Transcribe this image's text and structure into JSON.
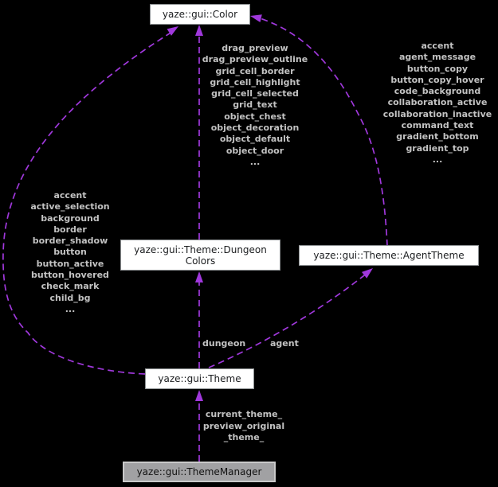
{
  "diagram_type": "collaboration-graph",
  "colors": {
    "background": "#000000",
    "edge": "#A038DC",
    "edge_label_text": "#C2C2C2",
    "node_fill": "#FFFFFF",
    "node_border": "#8D9193",
    "node_text": "#1B1D1F",
    "current_node_fill": "#A1A1A3",
    "current_node_border": "#C9C9C9"
  },
  "nodes": {
    "color": {
      "label": "yaze::gui::Color"
    },
    "dungeon_colors": {
      "label_lines": [
        "yaze::gui::Theme::Dungeon",
        "Colors"
      ]
    },
    "agent_theme": {
      "label": "yaze::gui::Theme::AgentTheme"
    },
    "theme": {
      "label": "yaze::gui::Theme"
    },
    "theme_manager": {
      "label": "yaze::gui::ThemeManager"
    }
  },
  "edges": {
    "theme_to_color": {
      "from": "theme",
      "to": "color",
      "label_lines": [
        "accent",
        "active_selection",
        "background",
        "border",
        "border_shadow",
        "button",
        "button_active",
        "button_hovered",
        "check_mark",
        "child_bg",
        "..."
      ]
    },
    "dungeon_colors_to_color": {
      "from": "dungeon_colors",
      "to": "color",
      "label_lines": [
        "drag_preview",
        "drag_preview_outline",
        "grid_cell_border",
        "grid_cell_highlight",
        "grid_cell_selected",
        "grid_text",
        "object_chest",
        "object_decoration",
        "object_default",
        "object_door",
        "..."
      ]
    },
    "agent_theme_to_color": {
      "from": "agent_theme",
      "to": "color",
      "label_lines": [
        "accent",
        "agent_message",
        "button_copy",
        "button_copy_hover",
        "code_background",
        "collaboration_active",
        "collaboration_inactive",
        "command_text",
        "gradient_bottom",
        "gradient_top",
        "..."
      ]
    },
    "theme_to_dungeon_colors": {
      "from": "theme",
      "to": "dungeon_colors",
      "label": "dungeon"
    },
    "theme_to_agent_theme": {
      "from": "theme",
      "to": "agent_theme",
      "label": "agent"
    },
    "manager_to_theme": {
      "from": "theme_manager",
      "to": "theme",
      "label_lines": [
        "current_theme_",
        "preview_original",
        "_theme_"
      ]
    }
  }
}
